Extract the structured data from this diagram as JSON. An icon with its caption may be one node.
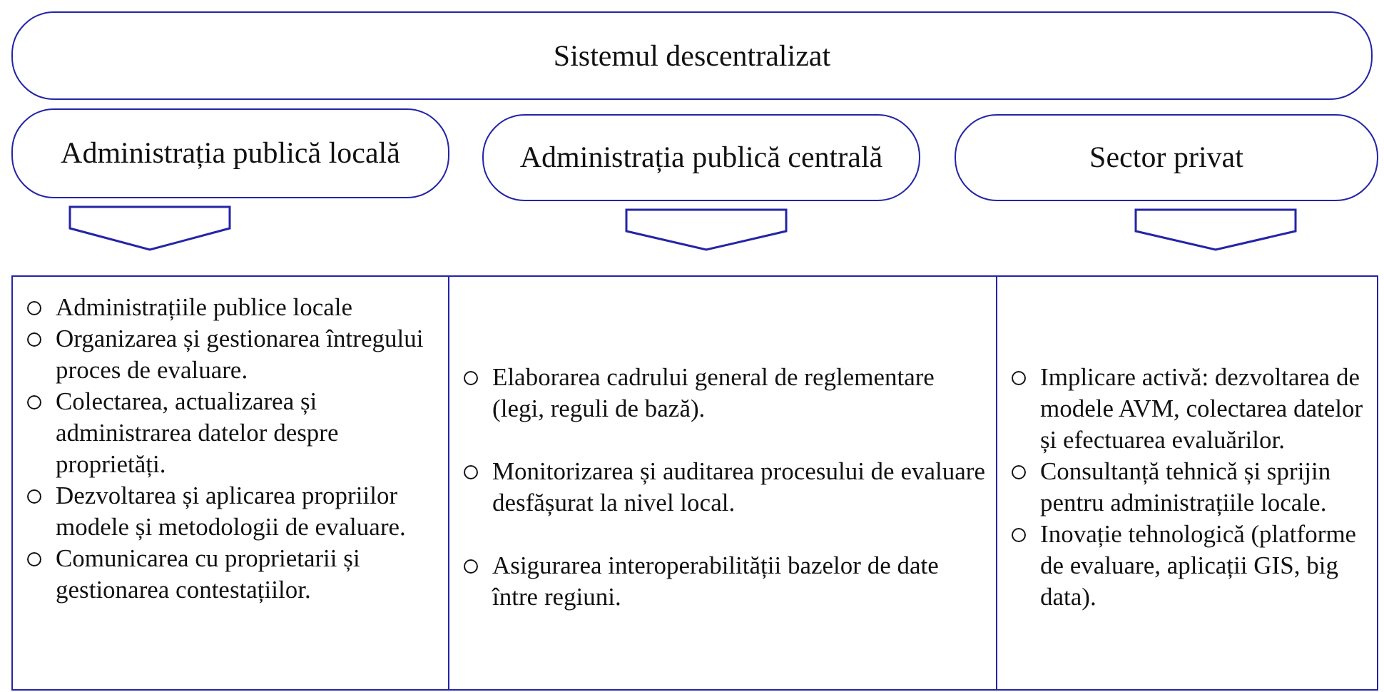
{
  "diagram": {
    "nodes": [
      {
        "text": [
          "Sistemul descentralizat"
        ]
      },
      {
        "text": [
          "Administrația publică locală"
        ]
      },
      {
        "text": [
          "Administrația publică centrală"
        ]
      },
      {
        "text": [
          "Sector privat"
        ]
      },
      {
        "text": [
          "Administrațiile publice locale",
          "Organizarea și gestionarea întregului proces de evaluare.",
          "Colectarea, actualizarea și administrarea datelor despre proprietăți.",
          "Dezvoltarea și aplicarea propriilor modele și metodologii de evaluare.",
          "Comunicarea cu proprietarii și gestionarea contestațiilor."
        ]
      },
      {
        "text": [
          "Elaborarea cadrului general de reglementare (legi, reguli de bază).",
          "Monitorizarea și auditarea procesului de evaluare desfășurat la nivel local.",
          "Asigurarea interoperabilității bazelor de date între regiuni."
        ]
      },
      {
        "text": [
          "Implicare activă: dezvoltarea de modele AVM, colectarea datelor și efectuarea evaluărilor.",
          "Consultanță tehnică și sprijin pentru administrațiile locale.",
          "Inovație tehnologică (platforme de evaluare, aplicații GIS, big data)."
        ]
      }
    ],
    "edges": [
      {
        "from": 1,
        "to": 4,
        "arrow": "to"
      },
      {
        "from": 2,
        "to": 5,
        "arrow": "to"
      },
      {
        "from": 3,
        "to": 6,
        "arrow": "to"
      }
    ]
  }
}
